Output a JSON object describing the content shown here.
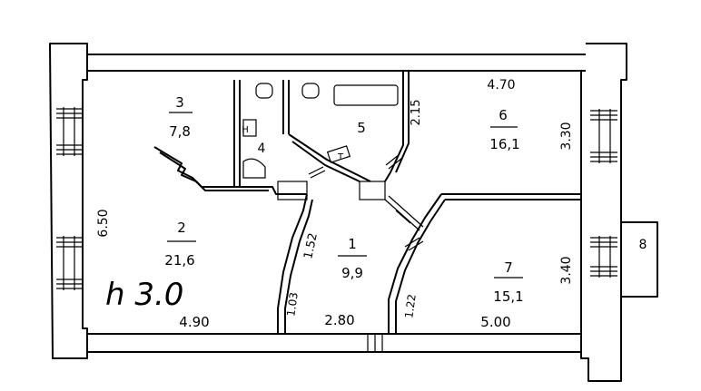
{
  "rooms": [
    {
      "number": "3",
      "area": "7,8"
    },
    {
      "number": "4",
      "area": ""
    },
    {
      "number": "5",
      "area": ""
    },
    {
      "number": "6",
      "area": "16,1"
    },
    {
      "number": "2",
      "area": "21,6"
    },
    {
      "number": "1",
      "area": "9,9"
    },
    {
      "number": "7",
      "area": "15,1"
    },
    {
      "number": "8",
      "area": ""
    }
  ],
  "dimensions": {
    "top_right": "4.70",
    "left_height": "6.50",
    "room6_height": "3.30",
    "room7_height": "3.40",
    "bottom_left": "4.90",
    "bottom_mid": "2.80",
    "bottom_right": "5.00",
    "room5_side": "2.15",
    "corridor_left": "1.52",
    "corridor_low": "1.03",
    "room7_side": "1.22"
  },
  "ceiling_height": "h 3.0",
  "fixtures": {
    "wc_mark": "Н",
    "bath_mark": "Т"
  }
}
